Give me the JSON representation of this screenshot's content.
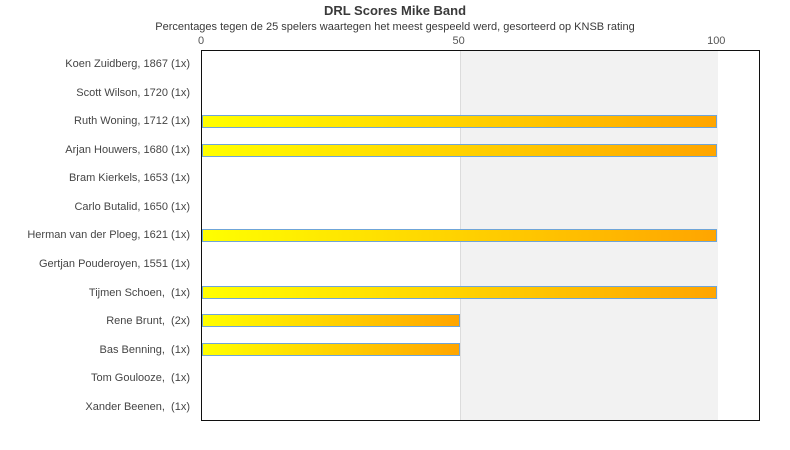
{
  "chart_data": {
    "type": "bar",
    "orientation": "horizontal",
    "title": "DRL Scores Mike Band",
    "subtitle": "Percentages tegen de 25 spelers waartegen het meest gespeeld werd, gesorteerd op KNSB rating",
    "categories": [
      "Koen Zuidberg, 1867 (1x)",
      "Scott Wilson, 1720 (1x)",
      "Ruth Woning, 1712 (1x)",
      "Arjan Houwers, 1680 (1x)",
      "Bram Kierkels, 1653 (1x)",
      "Carlo Butalid, 1650 (1x)",
      "Herman van der Ploeg, 1621 (1x)",
      "Gertjan Pouderoyen, 1551 (1x)",
      "Tijmen Schoen,  (1x)",
      "Rene Brunt,  (2x)",
      "Bas Benning,  (1x)",
      "Tom Goulooze,  (1x)",
      "Xander Beenen,  (1x)"
    ],
    "values": [
      0,
      0,
      100,
      100,
      0,
      0,
      100,
      0,
      100,
      50,
      50,
      0,
      0
    ],
    "xticks": [
      0,
      50,
      100
    ],
    "xlim": [
      0,
      108.1
    ],
    "grid": false,
    "legend": null,
    "styles": {
      "bar_gradient_start": "#ffff00",
      "bar_gradient_end": "#ffa500",
      "bar_border": "#6fa5d8",
      "band_from": 50,
      "band_to": 100,
      "band_color": "#f2f2f2",
      "plot_border": "#101010"
    }
  }
}
